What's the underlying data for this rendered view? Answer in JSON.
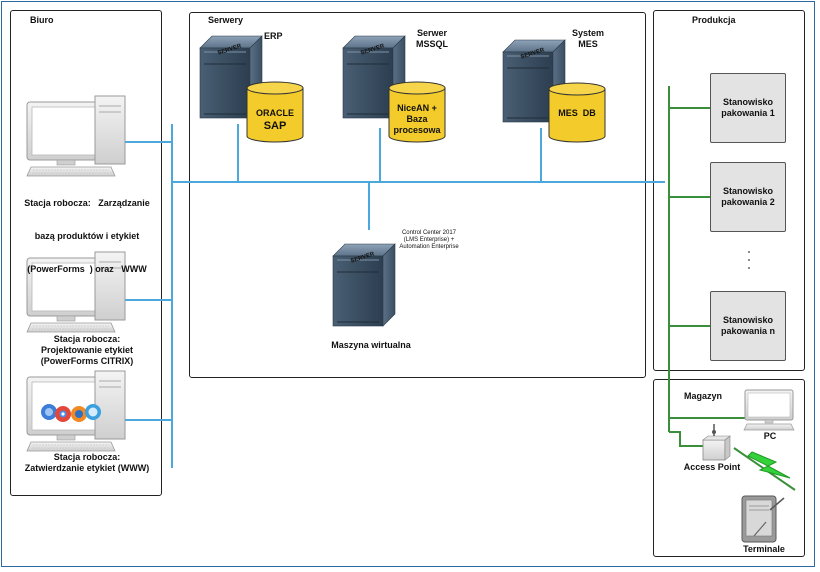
{
  "sections": {
    "office": "Biuro",
    "servers": "Serwery",
    "production": "Produkcja",
    "warehouse": "Magazyn"
  },
  "servers": {
    "erp": {
      "title": "ERP",
      "db_line1": "ORACLE",
      "db_line2": "SAP",
      "badge": "SERVER"
    },
    "mssql": {
      "title_line1": "Serwer",
      "title_line2": "MSSQL",
      "db_line1": "NiceAN +",
      "db_line2": "Baza",
      "db_line3": "procesowa",
      "badge": "SERVER"
    },
    "mes": {
      "title_line1": "System",
      "title_line2": "MES",
      "db_line1": "MES  DB",
      "badge": "SERVER"
    },
    "vm": {
      "note_line1": "Control Center 2017",
      "note_line2": "(LMS Enterprise) +",
      "note_line3": "Automation Enterprise",
      "label": "Maszyna wirtualna",
      "badge": "SERVER"
    }
  },
  "workstations": [
    {
      "line1": "Stacja robocza:   Zarządzanie",
      "line2": "bazą produktów i etykiet",
      "line3": "(PowerForms  ) oraz   WWW"
    },
    {
      "line1": "Stacja robocza:",
      "line2": "Projektowanie etykiet",
      "line3": "(PowerForms CITRIX)"
    },
    {
      "line1": "Stacja robocza:",
      "line2": "Zatwierdzanie etykiet (WWW)"
    }
  ],
  "packing_stations": [
    {
      "line1": "Stanowisko",
      "line2": "pakowania 1"
    },
    {
      "line1": "Stanowisko",
      "line2": "pakowania 2"
    },
    {
      "line1": "Stanowisko",
      "line2": "pakowania n"
    }
  ],
  "warehouse_devices": {
    "pc": "PC",
    "access_point": "Access Point",
    "terminals": "Terminale"
  },
  "colors": {
    "lan": "#4aa8dc",
    "production_net": "#3a8f3a",
    "db": "#f3cb2a",
    "server": "#34495e",
    "frame": "#2a6aa0"
  }
}
